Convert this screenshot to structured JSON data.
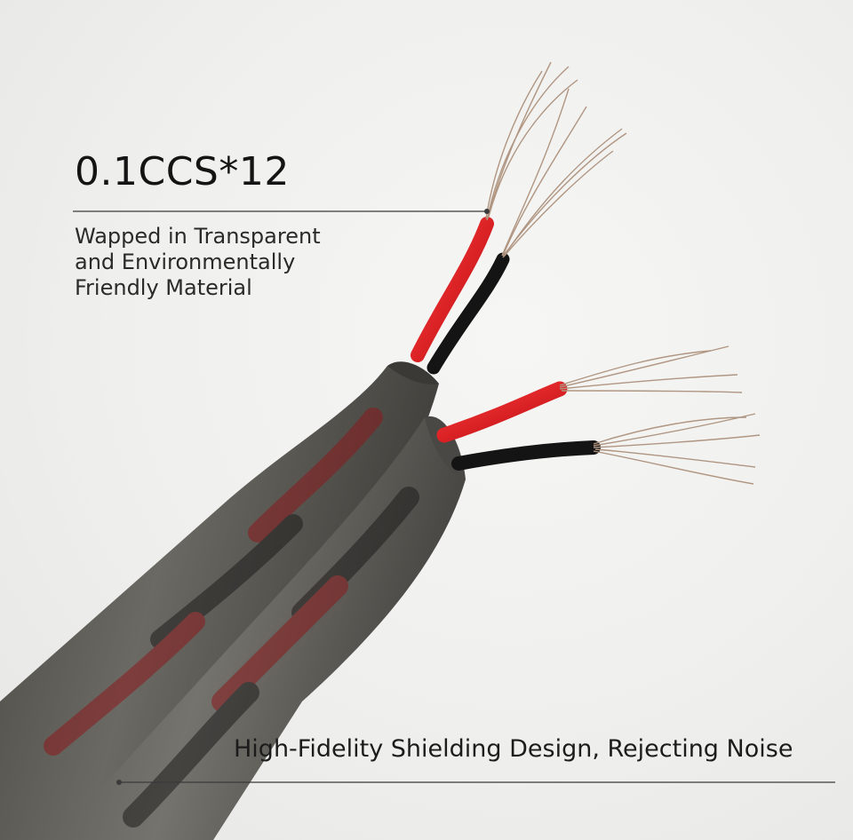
{
  "spec": {
    "title": "0.1CCS*12",
    "description_lines": [
      "Wapped in Transparent",
      "and Environmentally",
      "Friendly Material"
    ]
  },
  "feature": {
    "caption": "High-Fidelity Shielding Design, Rejecting Noise"
  },
  "colors": {
    "jacket": "#5c5a55",
    "insulation_red": "#d8141a",
    "insulation_black": "#141414",
    "conductor": "#b89a84",
    "background": "#efefed",
    "leader_line": "#3a3a3a"
  }
}
